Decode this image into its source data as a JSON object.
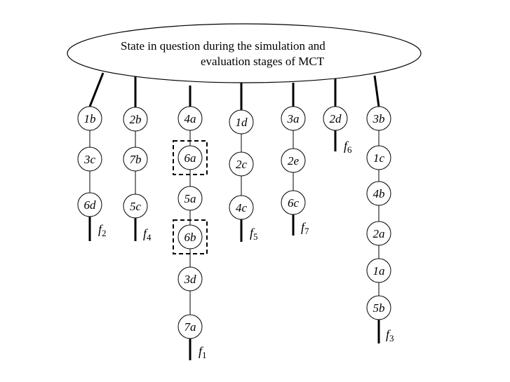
{
  "header": {
    "line1": "State in question during the simulation and",
    "line2": "evaluation stages of MCT"
  },
  "columns": [
    {
      "nodes": [
        "1b",
        "3c",
        "6d"
      ],
      "leaf": "f",
      "sub": "2"
    },
    {
      "nodes": [
        "2b",
        "7b",
        "5c"
      ],
      "leaf": "f",
      "sub": "4"
    },
    {
      "nodes": [
        "4a",
        "6a",
        "5a",
        "6b",
        "3d",
        "7a"
      ],
      "leaf": "f",
      "sub": "1",
      "boxed": [
        "6a",
        "6b"
      ]
    },
    {
      "nodes": [
        "1d",
        "2c",
        "4c"
      ],
      "leaf": "f",
      "sub": "5"
    },
    {
      "nodes": [
        "3a",
        "2e",
        "6c"
      ],
      "leaf": "f",
      "sub": "7"
    },
    {
      "nodes": [
        "2d"
      ],
      "leaf": "f",
      "sub": "6"
    },
    {
      "nodes": [
        "3b",
        "1c",
        "4b",
        "2a",
        "1a",
        "5b"
      ],
      "leaf": "f",
      "sub": "3"
    }
  ]
}
